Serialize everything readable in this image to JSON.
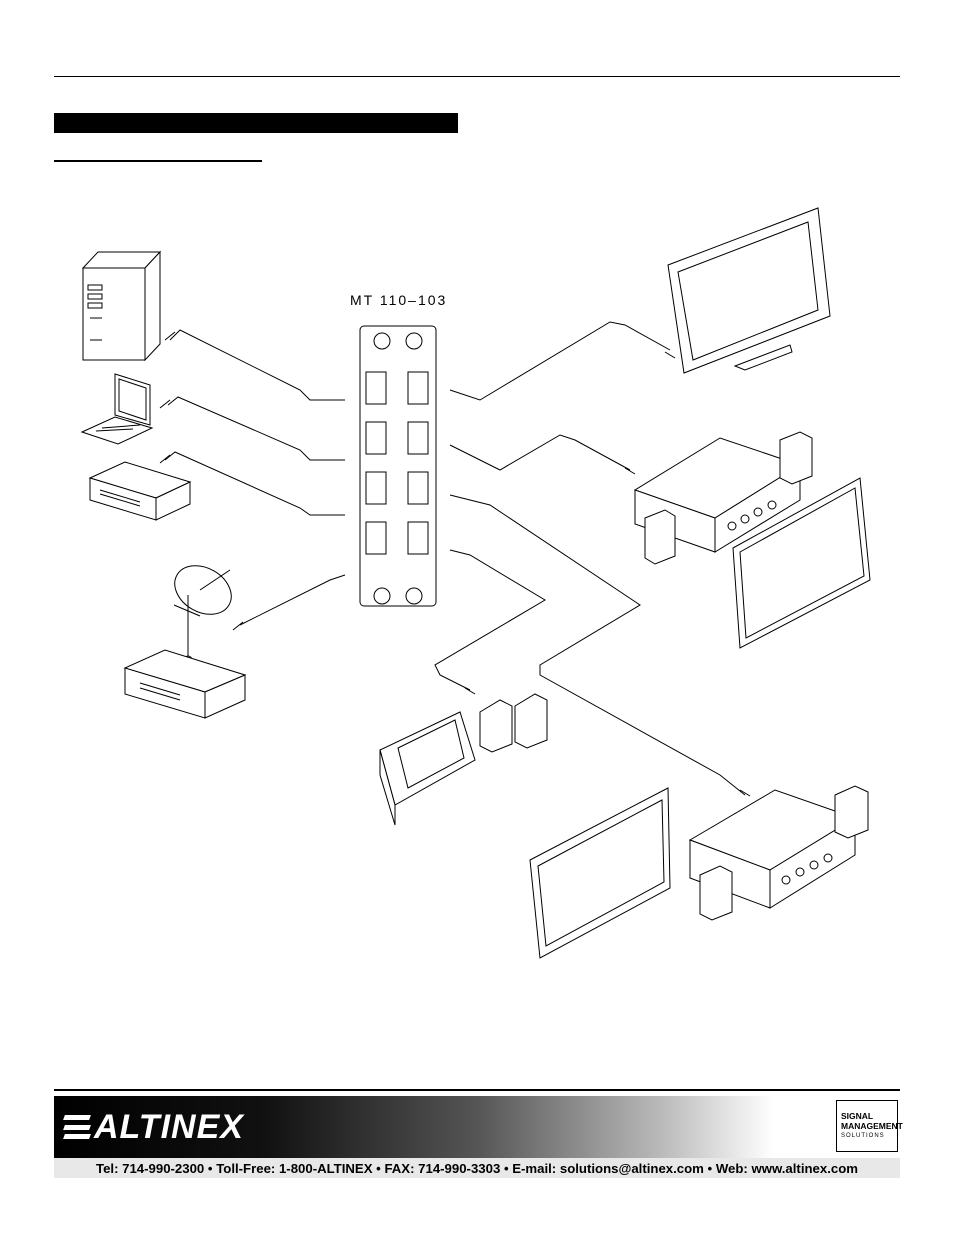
{
  "diagram": {
    "device_label": "MT 110–103"
  },
  "footer": {
    "brand": "ALTINEX",
    "badge_lines": [
      "SIGNAL",
      "MANAGEMENT",
      "SOLUTIONS"
    ],
    "contact": "Tel: 714-990-2300 • Toll-Free: 1-800-ALTINEX • FAX: 714-990-3303 • E-mail: solutions@altinex.com • Web: www.altinex.com"
  },
  "icons": [
    "computer-tower-icon",
    "laptop-icon",
    "dvd-player-icon",
    "satellite-dish-icon",
    "satellite-receiver-icon",
    "lcd-monitor-icon",
    "amplifier-icon",
    "speaker-icon",
    "flat-panel-icon",
    "touch-panel-icon",
    "audio-plug-icon"
  ]
}
